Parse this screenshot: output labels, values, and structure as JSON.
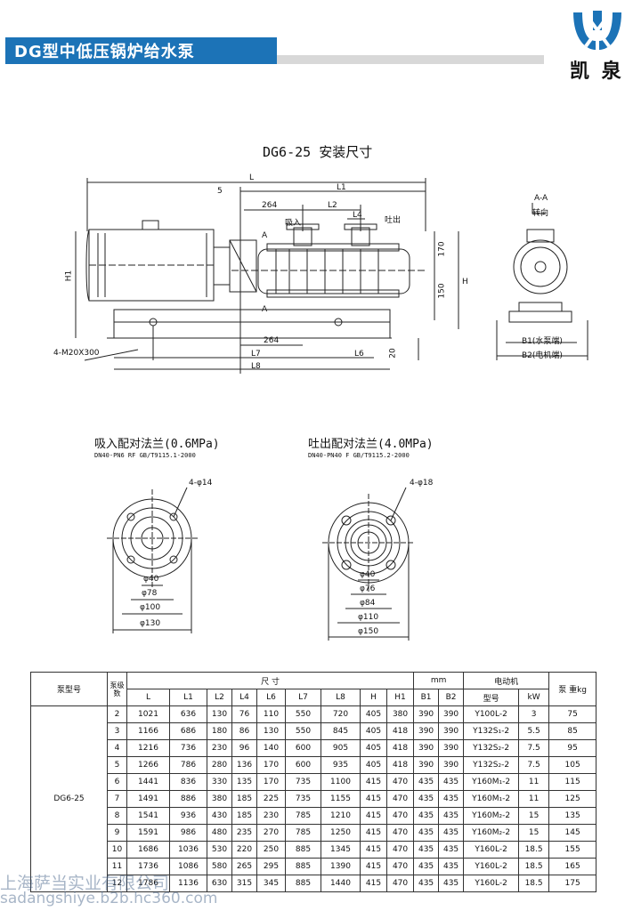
{
  "header": {
    "title": "DG型中低压锅炉给水泵"
  },
  "logo": {
    "text": "凯 泉",
    "icon": "company-logo-icon"
  },
  "drawing": {
    "title": "DG6-25 安装尺寸",
    "labels": {
      "L": "L",
      "L1": "L1",
      "L2": "L2",
      "L4": "L4",
      "L6": "L6",
      "L7": "L7",
      "L8": "L8",
      "H1": "H1",
      "H": "H",
      "n5": "5",
      "n264a": "264",
      "n264b": "264",
      "n170": "170",
      "n150": "150",
      "n20": "20",
      "A1": "A",
      "A2": "A",
      "inlet": "吸入",
      "outlet": "吐出",
      "bolt": "4-M20X300",
      "AA": "A-A",
      "rotation": "转向",
      "B1": "B1(水泵端)",
      "B2": "B2(电机端)"
    }
  },
  "flanges": {
    "suction": {
      "title": "吸入配对法兰(0.6MPa)",
      "sub": "DN40-PN6 RF GB/T9115.1-2000",
      "holes": "4-φ14",
      "dims": [
        "φ40",
        "φ78",
        "φ100",
        "φ130"
      ]
    },
    "discharge": {
      "title": "吐出配对法兰(4.0MPa)",
      "sub": "DN40-PN40 F GB/T9115.2-2000",
      "holes": "4-φ18",
      "dims": [
        "φ40",
        "φ76",
        "φ84",
        "φ110",
        "φ150"
      ]
    }
  },
  "table": {
    "head": {
      "model": "泵型号",
      "stages": "泵级数",
      "dims": "尺                寸",
      "unit": "mm",
      "motor": "电动机",
      "motor_model": "型号",
      "kw": "kW",
      "weight": "泵  重kg",
      "cols": [
        "L",
        "L1",
        "L2",
        "L4",
        "L6",
        "L7",
        "L8",
        "H",
        "H1",
        "B1",
        "B2"
      ]
    },
    "model": "DG6-25",
    "rows": [
      [
        "2",
        "1021",
        "636",
        "130",
        "76",
        "110",
        "550",
        "720",
        "405",
        "380",
        "390",
        "390",
        "Y100L-2",
        "3",
        "75"
      ],
      [
        "3",
        "1166",
        "686",
        "180",
        "86",
        "130",
        "550",
        "845",
        "405",
        "418",
        "390",
        "390",
        "Y132S₁-2",
        "5.5",
        "85"
      ],
      [
        "4",
        "1216",
        "736",
        "230",
        "96",
        "140",
        "600",
        "905",
        "405",
        "418",
        "390",
        "390",
        "Y132S₂-2",
        "7.5",
        "95"
      ],
      [
        "5",
        "1266",
        "786",
        "280",
        "136",
        "170",
        "600",
        "935",
        "405",
        "418",
        "390",
        "390",
        "Y132S₂-2",
        "7.5",
        "105"
      ],
      [
        "6",
        "1441",
        "836",
        "330",
        "135",
        "170",
        "735",
        "1100",
        "415",
        "470",
        "435",
        "435",
        "Y160M₁-2",
        "11",
        "115"
      ],
      [
        "7",
        "1491",
        "886",
        "380",
        "185",
        "225",
        "735",
        "1155",
        "415",
        "470",
        "435",
        "435",
        "Y160M₁-2",
        "11",
        "125"
      ],
      [
        "8",
        "1541",
        "936",
        "430",
        "185",
        "230",
        "785",
        "1210",
        "415",
        "470",
        "435",
        "435",
        "Y160M₂-2",
        "15",
        "135"
      ],
      [
        "9",
        "1591",
        "986",
        "480",
        "235",
        "270",
        "785",
        "1250",
        "415",
        "470",
        "435",
        "435",
        "Y160M₂-2",
        "15",
        "145"
      ],
      [
        "10",
        "1686",
        "1036",
        "530",
        "220",
        "250",
        "885",
        "1345",
        "415",
        "470",
        "435",
        "435",
        "Y160L-2",
        "18.5",
        "155"
      ],
      [
        "11",
        "1736",
        "1086",
        "580",
        "265",
        "295",
        "885",
        "1390",
        "415",
        "470",
        "435",
        "435",
        "Y160L-2",
        "18.5",
        "165"
      ],
      [
        "12",
        "1786",
        "1136",
        "630",
        "315",
        "345",
        "885",
        "1440",
        "415",
        "470",
        "435",
        "435",
        "Y160L-2",
        "18.5",
        "175"
      ]
    ]
  },
  "watermark": {
    "line1": "上海萨当实业有限公司",
    "line2": "sadangshiye.b2b.hc360.com"
  }
}
